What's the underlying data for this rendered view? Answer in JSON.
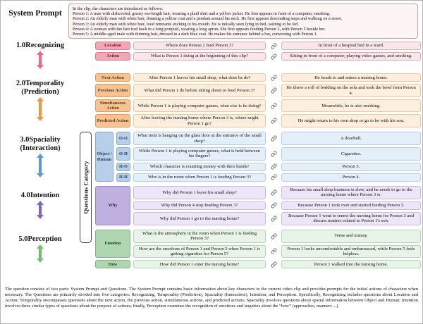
{
  "system_prompt": {
    "title": "System Prompt",
    "lines": [
      "In the clip, the characters are introduced as follows:",
      "Person 1: A man with disheveled, greasy ear-length hair, wearing a plaid shirt and a yellow jacket. He first appears in front of a computer, smoking.",
      "Person 2: An elderly man with white hair, donning a yellow coat and a pendant around his neck. He first appears descending steps and walking on a street.",
      "Person 3: An elderly man with white hair, food remnants sticking to his mouth. He is initially seen lying in bed, waiting to be fed.",
      "Person 4: A woman with her hair tied back in a long ponytail, wearing a long apron. She first appears feeding Person 3, with Person 5 beside her.",
      "Person 5: A middle-aged male with thinning hair, dressed in a dark blue coat. He makes his entrance behind a bar, conversing with Person 1."
    ]
  },
  "questions_category": "Questions Category",
  "icons": {
    "qa_link": "chain-link-icon"
  },
  "sections": {
    "recognizing": {
      "label": "1.0Recognizing",
      "color": "#e96a8d",
      "rows": [
        {
          "tag": "Location",
          "q": "Where does Person 1 feed Person 3?",
          "a": "In front of a hospital bed in a ward."
        },
        {
          "tag": "Action",
          "q": "What is Person 1 doing at the beginning of this clip?",
          "a": "Sitting in front of a computer, playing video games, and smoking."
        }
      ]
    },
    "temporality": {
      "label": "2.0Temporality",
      "sublabel": "(Prediction)",
      "color": "#f2953f",
      "rows": [
        {
          "tag": "Next Action",
          "q": "After Person 1 leaves his small shop, what does he do?",
          "a": "He heads to and enters a nursing home."
        },
        {
          "tag": "Previous Action",
          "q": "What did Person 1 do before sitting down to feed Person 3?",
          "a": "He threw a roll of bedding on the sofa and took the bowl from Person 4."
        },
        {
          "tag": "Simultaneous Action",
          "q": "While Person 1 is playing computer games, what else is he doing?",
          "a": "Meanwhile, he is also smoking."
        },
        {
          "tag": "Predicted Action",
          "q": "After leaving the nursing home where Person 3 is, where might Person 1 go?",
          "a": "He might return to his own shop or go to be with his son."
        }
      ]
    },
    "spaciality": {
      "label": "3.0Spaciality",
      "sublabel": "(Interaction)",
      "color": "#5b9bd5",
      "group_tag": "Object / Human",
      "rows": [
        {
          "tag": "O-O",
          "q": "What item is hanging on the glass door at the entrance of the small shop?",
          "a": "A doorbell."
        },
        {
          "tag": "O-H",
          "q": "While Person 1 is playing computer games, what is held between his fingers?",
          "a": "Cigarettes."
        },
        {
          "tag": "H-O",
          "q": "Which character is counting money with their hands?",
          "a": "Person 5."
        },
        {
          "tag": "H-H",
          "q": "Who is in the room when Person 1 is feeding Person 3?",
          "a": "Person 4."
        }
      ]
    },
    "intention": {
      "label": "4.0Intention",
      "color": "#8064c8",
      "group_tag": "Why",
      "rows": [
        {
          "q": "Why did Person 1 leave his small shop?",
          "a": "Because his small shop business is slow, and he needs to go to the nursing home where Person 3 is."
        },
        {
          "q": "Why did Person 4 stop feeding Person 3?",
          "a": "Because Person 1 took over and started feeding Person 3."
        },
        {
          "q": "Why did Person 1 go to the nursing home?",
          "a": "Because Person 1 went to renew the nursing home for Person 3 and discuss matters related to Person 1's son."
        }
      ]
    },
    "perception": {
      "label": "5.0Perception",
      "color": "#70c070",
      "emotion_tag": "Emotion",
      "rows": [
        {
          "q": "What is the atmosphere in the room when Person 1 is feeding Person 3?",
          "a": "Tense and uneasy."
        },
        {
          "q": "How are the emotions of Person 1 and Person 5 when Person 1 is getting cigarettes for Person 5?",
          "a": "Person 1 looks uncomfortable and embarrassed, while Person 5 feels helpless."
        },
        {
          "tag": "How",
          "q": "How did Person 1 enter the nursing home?",
          "a": "Person 1 walked into the nursing home."
        }
      ]
    }
  },
  "caption": "The question consists of two parts: System Prompt and Questions. The System Prompt contains basic information about key characters in the current video clip and provides prompts for the initial actions of characters when necessary. The Questions are primarily divided into five categories: Recognizing, Temporality (Prediction), Spaciality (Interaction), Intention, and Perception. Specifically, Recognizing includes questions about Location and Action; Temporality encompasses questions about the next action, the previous action, simultaneous actions, and predicted actions; Spaciality involves questions about spatial information between Object and Human; Intention involves three similar types of questions about the purpose of actions; finally, Perception examines the recognition of emotions and inquiries about the “how” (approaches, manners ...)."
}
